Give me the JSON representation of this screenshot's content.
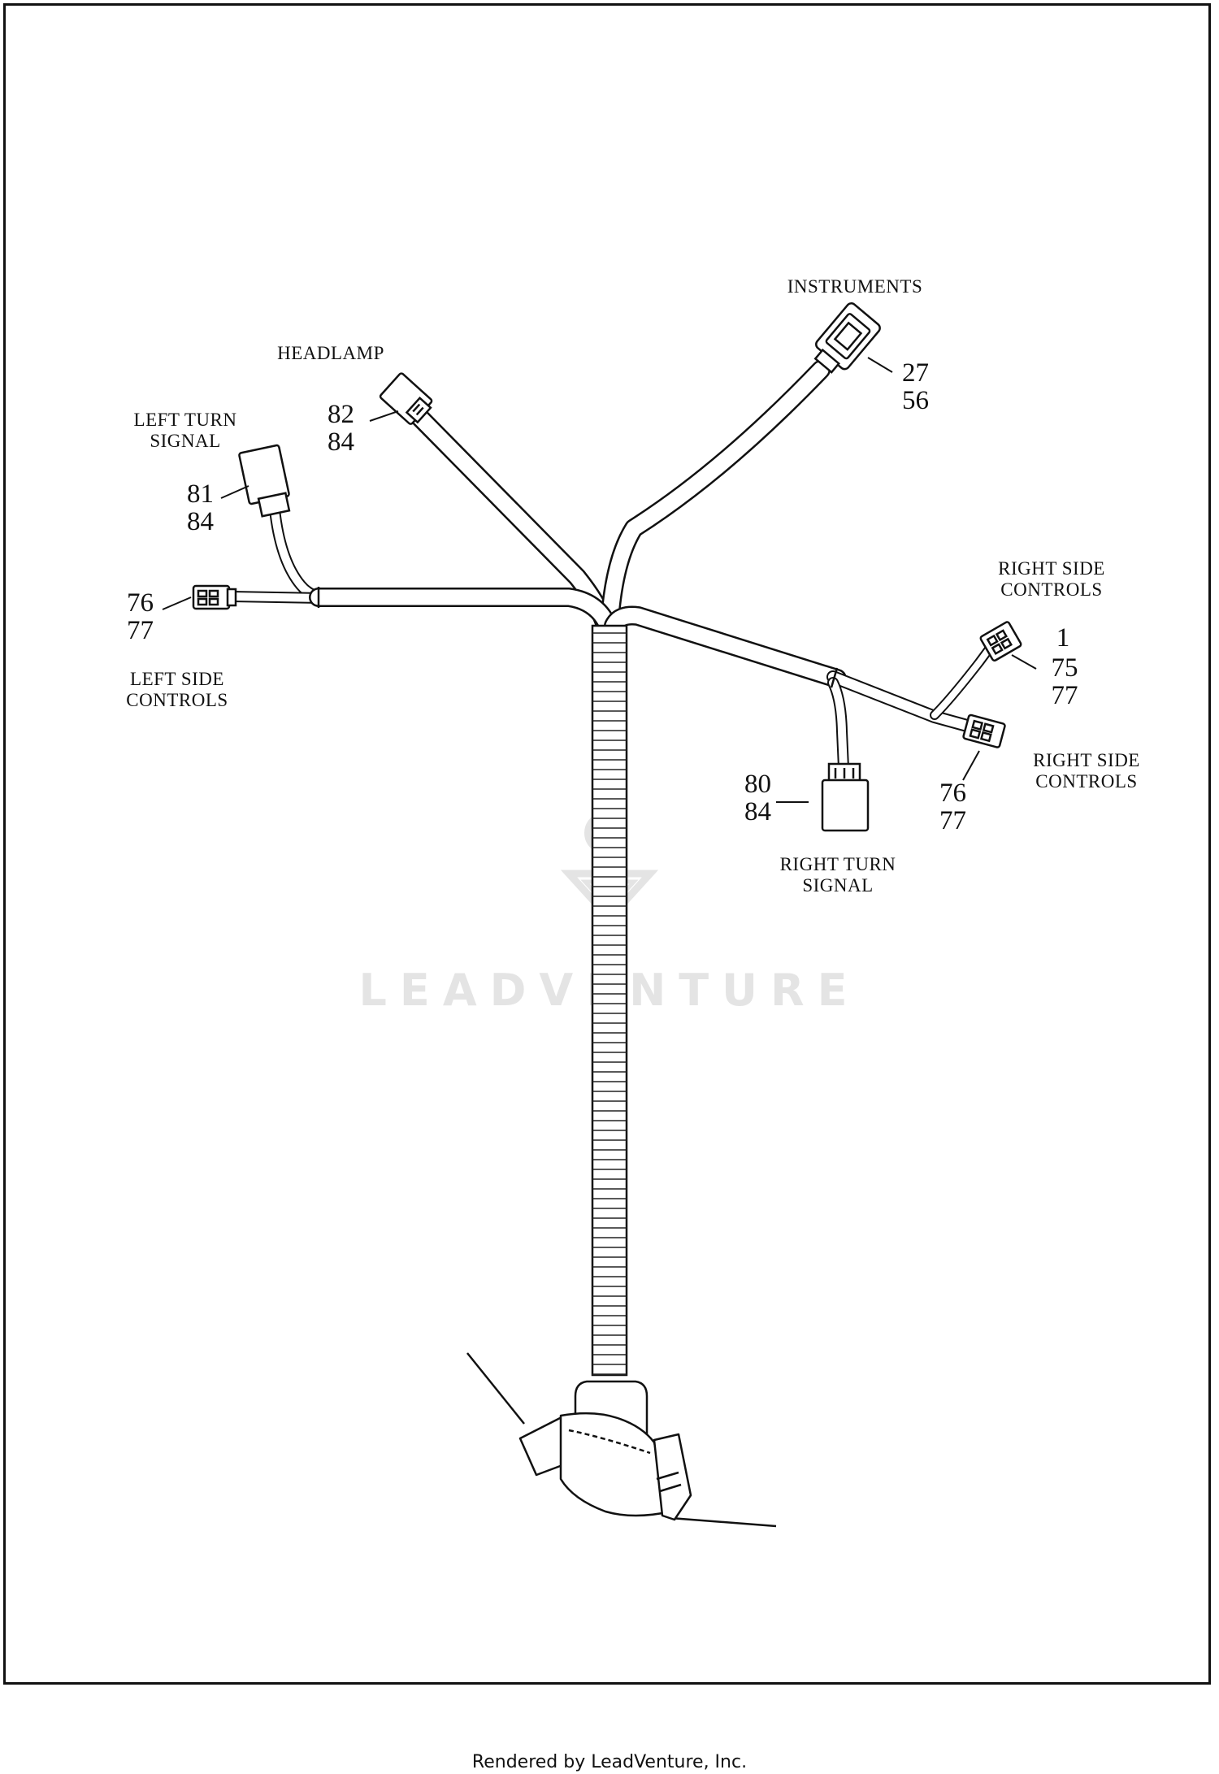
{
  "labels": {
    "instruments": "INSTRUMENTS",
    "headlamp": "HEADLAMP",
    "left_turn_signal_1": "LEFT TURN",
    "left_turn_signal_2": "SIGNAL",
    "left_side_controls_1": "LEFT SIDE",
    "left_side_controls_2": "CONTROLS",
    "right_side_controls_top_1": "RIGHT SIDE",
    "right_side_controls_top_2": "CONTROLS",
    "right_side_controls_bottom_1": "RIGHT SIDE",
    "right_side_controls_bottom_2": "CONTROLS",
    "right_turn_signal_1": "RIGHT TURN",
    "right_turn_signal_2": "SIGNAL"
  },
  "callouts": {
    "instruments": [
      "27",
      "56"
    ],
    "headlamp": [
      "82",
      "84"
    ],
    "left_turn_signal": [
      "81",
      "84"
    ],
    "left_side_controls": [
      "76",
      "77"
    ],
    "right_side_controls_top": [
      "1",
      "75",
      "77"
    ],
    "right_side_controls_bottom": [
      "76",
      "77"
    ],
    "right_turn_signal": [
      "80",
      "84"
    ]
  },
  "watermark": "LEADVENTURE",
  "footer": "Rendered by LeadVenture, Inc."
}
